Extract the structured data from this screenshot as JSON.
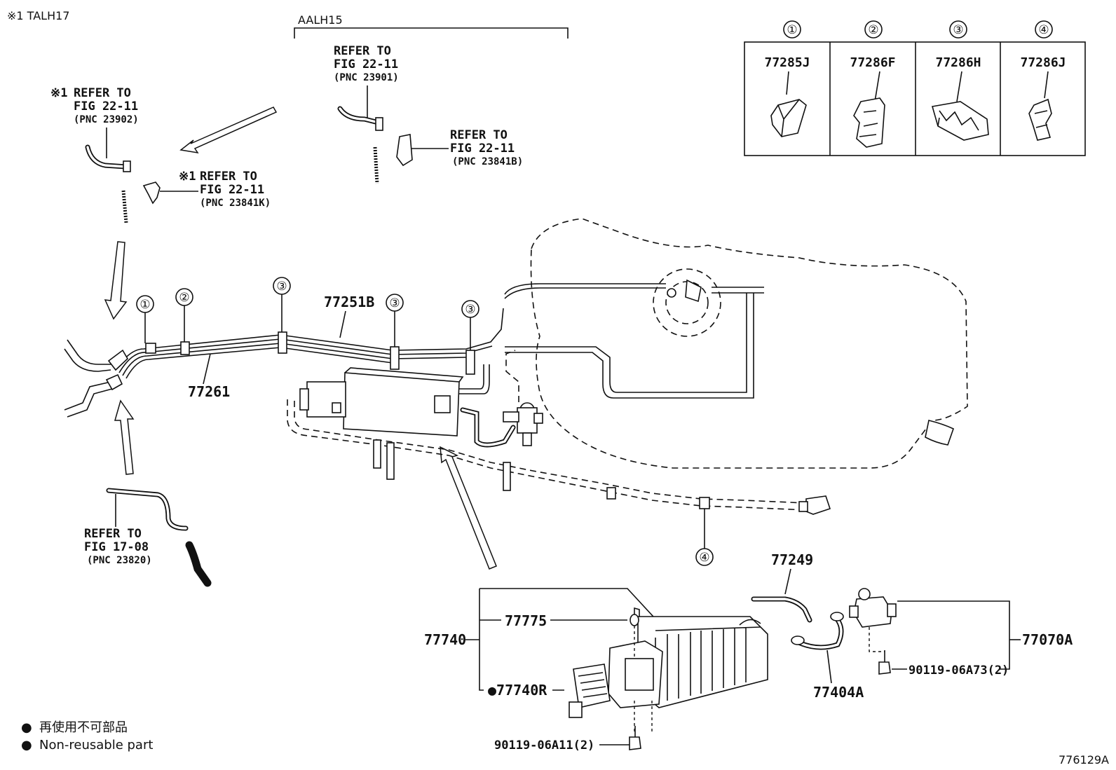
{
  "header": {
    "note_talh17": "※1 TALH17",
    "note_aalh15": "AALH15"
  },
  "clip_table": {
    "columns": [
      {
        "index": "①",
        "part_no": "77285J"
      },
      {
        "index": "②",
        "part_no": "77286F"
      },
      {
        "index": "③",
        "part_no": "77286H"
      },
      {
        "index": "④",
        "part_no": "77286J"
      }
    ]
  },
  "references": {
    "ref_23902": {
      "prefix": "※1",
      "l1": "REFER TO",
      "l2": "FIG 22-11",
      "l3": "(PNC 23902)"
    },
    "ref_23841k": {
      "prefix": "※1",
      "l1": "REFER TO",
      "l2": "FIG 22-11",
      "l3": "(PNC 23841K)"
    },
    "ref_23901": {
      "l1": "REFER TO",
      "l2": "FIG 22-11",
      "l3": "(PNC 23901)"
    },
    "ref_23841b": {
      "l1": "REFER TO",
      "l2": "FIG 22-11",
      "l3": "(PNC 23841B)"
    },
    "ref_23820": {
      "l1": "REFER TO",
      "l2": "FIG 17-08",
      "l3": "(PNC 23820)"
    }
  },
  "callouts": {
    "c1": "①",
    "c2": "②",
    "c3": "③",
    "c4": "④"
  },
  "parts": {
    "p77261": "77261",
    "p77251b": "77251B",
    "p77249": "77249",
    "p77775": "77775",
    "p77740": "77740",
    "p77740r": "●77740R",
    "p77070a": "77070A",
    "p90119_06a73": "90119-06A73(2)",
    "p77404a": "77404A",
    "p90119_06a11": "90119-06A11(2)"
  },
  "legend": {
    "jp": "再使用不可部品",
    "en": "Non-reusable part",
    "bullet": "●"
  },
  "figure_id": "776129A"
}
